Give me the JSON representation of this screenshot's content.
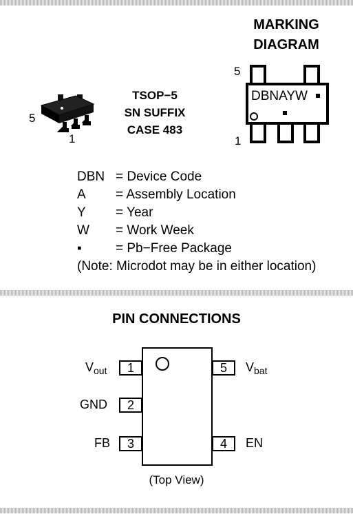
{
  "package": {
    "line1": "TSOP−5",
    "line2": "SN SUFFIX",
    "line3": "CASE 483",
    "pin5_label": "5",
    "pin1_label": "1"
  },
  "marking": {
    "title_line1": "MARKING",
    "title_line2": "DIAGRAM",
    "code": "DBNAYW",
    "pin5_label": "5",
    "pin1_label": "1"
  },
  "legend": [
    {
      "key": "DBN",
      "desc": "= Device Code"
    },
    {
      "key": "A",
      "desc": "= Assembly Location"
    },
    {
      "key": "Y",
      "desc": "= Year"
    },
    {
      "key": "W",
      "desc": "= Work Week"
    },
    {
      "key": "▪",
      "desc": "= Pb−Free Package"
    }
  ],
  "note": "(Note: Microdot may be in either location)",
  "pin_connections": {
    "title": "PIN CONNECTIONS",
    "view": "(Top View)",
    "pins": [
      {
        "number": "1",
        "name": "V",
        "sub": "out"
      },
      {
        "number": "2",
        "name": "GND",
        "sub": ""
      },
      {
        "number": "3",
        "name": "FB",
        "sub": ""
      },
      {
        "number": "4",
        "name": "EN",
        "sub": ""
      },
      {
        "number": "5",
        "name": "V",
        "sub": "bat"
      }
    ]
  }
}
